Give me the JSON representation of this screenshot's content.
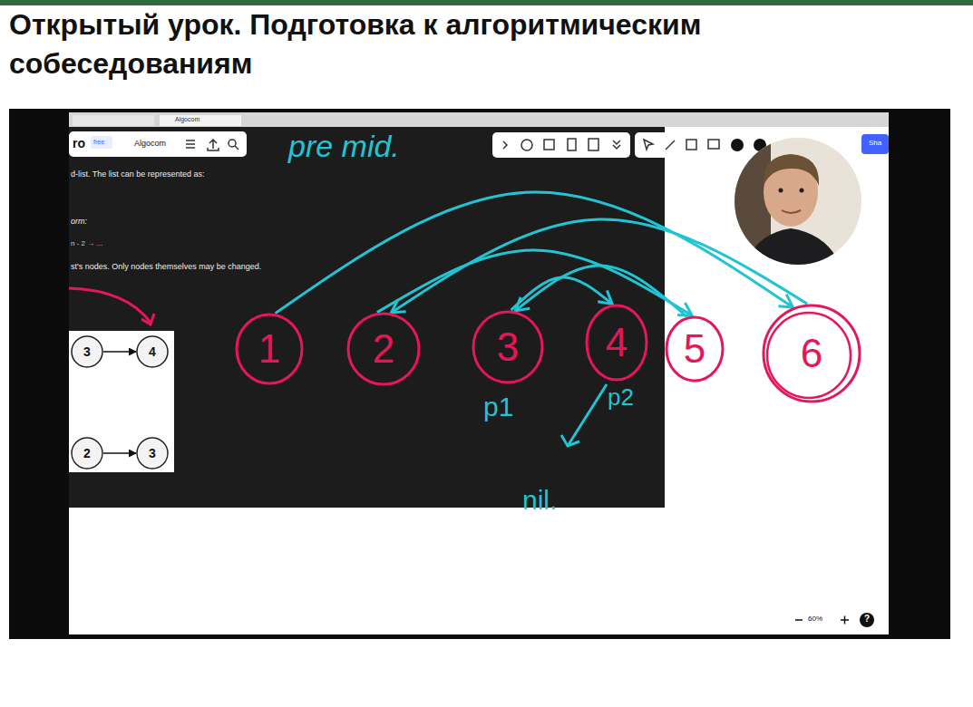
{
  "diagram": {
    "title": "Открытый урок. Подготовка к алгоритмическим собеседованиям",
    "nodes": [
      {
        "text": [
          "3"
        ]
      },
      {
        "text": [
          "4"
        ]
      },
      {
        "text": [
          "1"
        ]
      },
      {
        "text": [
          "2"
        ]
      },
      {
        "text": [
          "3"
        ]
      },
      {
        "text": [
          "4"
        ]
      },
      {
        "text": [
          "5"
        ]
      },
      {
        "text": [
          "6"
        ]
      },
      {
        "text": [
          "2"
        ]
      },
      {
        "text": [
          "3"
        ]
      }
    ],
    "edges": [
      {
        "from": 0,
        "to": 1,
        "arrow": "to"
      },
      {
        "from": 8,
        "to": 9,
        "arrow": "to"
      },
      {
        "from": 2,
        "to": 7,
        "arrow": "to"
      },
      {
        "from": 7,
        "to": 3,
        "arrow": "to"
      },
      {
        "from": 3,
        "to": 6,
        "arrow": "to"
      },
      {
        "from": 6,
        "to": 4,
        "arrow": "to"
      },
      {
        "from": 4,
        "to": 5,
        "arrow": "to"
      }
    ],
    "labels": [
      "Algocom",
      "ro",
      "free",
      "Algocom",
      "d-list. The list can be represented as:",
      "orm:",
      "n - 2 → ...",
      "st's nodes. Only nodes themselves may be changed.",
      "pre mid.",
      "p1",
      "p2",
      "nil.",
      "Sha",
      "60%",
      "?"
    ]
  }
}
